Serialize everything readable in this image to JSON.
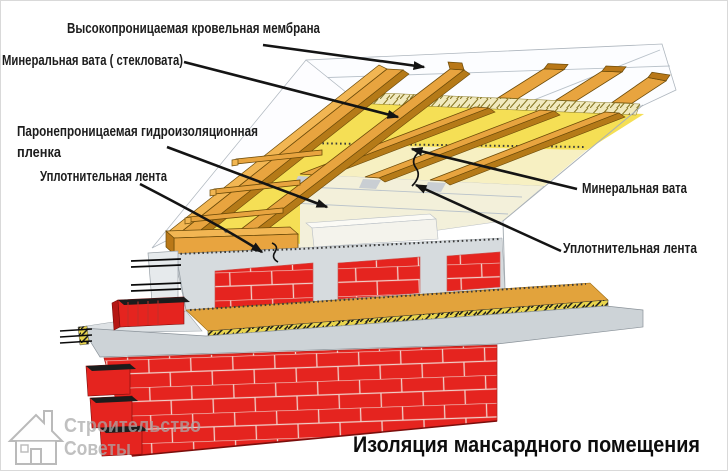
{
  "labels": {
    "roof_membrane": "Высокопроницаемая кровельная мембрана",
    "mineral_wool_glass": "Минеральная вата ( стекловата)",
    "vapor_film_1": "Паронепроницаемая гидроизоляционная",
    "vapor_film_2": "пленка",
    "sealing_tape_left": "Уплотнительная лента",
    "mineral_wool_right": "Минеральная вата",
    "sealing_tape_right": "Уплотнительная лента"
  },
  "title": "Изоляция мансардного помещения",
  "watermark": {
    "line1": "Строительство",
    "line2": "Советы",
    "icon": "house-icon"
  },
  "colors": {
    "brick_red": "#e5241f",
    "brick_dark": "#b51815",
    "wood_orange": "#e8a43f",
    "insulation_yellow": "#f5df55",
    "insulation_pale": "#f7f0c2",
    "film_cream": "#f3f0da",
    "membrane_white": "#fcfdff",
    "concrete_gray": "#d6dbde",
    "slab_gray": "#cdd3d7",
    "arrow_black": "#141414"
  }
}
